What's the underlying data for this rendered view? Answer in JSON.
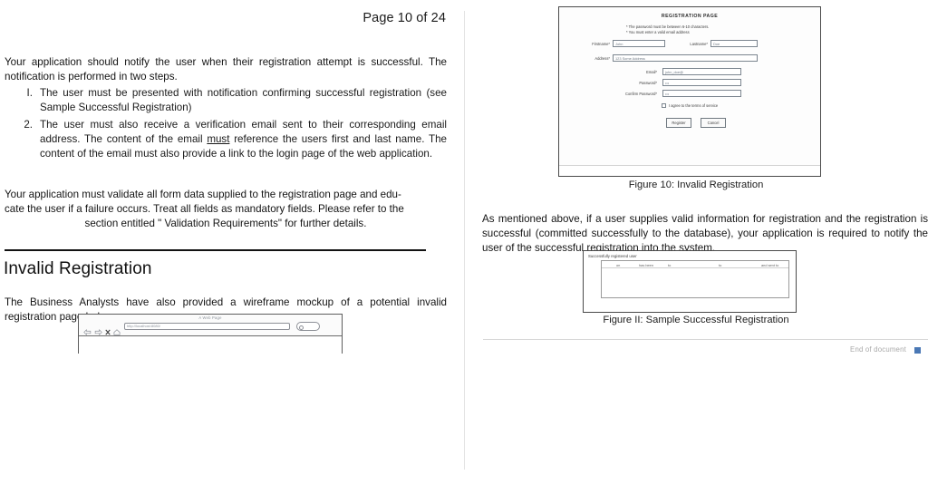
{
  "document": {
    "page_label": "Page 10 of 24",
    "end_of_document": "End of document"
  },
  "left_column": {
    "intro_paragraph": "Your application should notify the user when their registration attempt is successful. The notification is performed in two steps.",
    "list": [
      {
        "marker": "I.",
        "text": "The user must be presented with notification confirming successful registration (see Sample Successful Registration)"
      },
      {
        "marker": "2.",
        "text_before_emphasis": "The user must also receive a verification email sent to their corresponding email address. The content of the email ",
        "emphasis": "must",
        "text_after_emphasis": " reference the users first and last name. The content of the email must also provide a link to the login page of the web application."
      }
    ],
    "validation_paragraph_line1": "Your application must validate all form data supplied to the registration page and edu-",
    "validation_paragraph_line2": "cate the user if a failure occurs. Treat all fields as mandatory fields. Please refer to the",
    "validation_paragraph_line3": "section entitled \" Validation Requirements\" for further details.",
    "section_heading": "Invalid Registration",
    "wireframe_paragraph": "The Business Analysts have also provided a wireframe mockup of a potential invalid registration page below:",
    "wireframe_mockup": {
      "window_title": "A Web Page",
      "url_value": "http://localhost:8080/",
      "nav_icons": [
        "back-arrow-icon",
        "forward-arrow-icon",
        "stop-icon",
        "home-icon"
      ],
      "search_placeholder": ""
    }
  },
  "right_column": {
    "figure_10": {
      "caption": "Figure 10: Invalid Registration",
      "screenshot": {
        "title": "REGISTRATION PAGE",
        "errors": [
          "* The password must be between 6-10 characters.",
          "* You must enter a valid email address"
        ],
        "fields": [
          {
            "label": "Firstname*",
            "value": "John"
          },
          {
            "label": "Lastname*",
            "value": "Doe"
          },
          {
            "label": "Address*",
            "value": "123 Some Address"
          },
          {
            "label": "Email*",
            "value": "john_doe@"
          },
          {
            "label": "Password*",
            "value": "•••"
          },
          {
            "label": "Confirm Password*",
            "value": "•••"
          }
        ],
        "terms_label": "I agree to the terms of service",
        "terms_checked": false,
        "buttons": [
          "Register",
          "Cancel"
        ]
      }
    },
    "mentioned_paragraph": "As mentioned above, if a user supplies valid information for registration and the registration is successful (committed successfully to the database), your application is required to notify the user of the successful registration into the system.",
    "figure_11": {
      "caption": "Figure II: Sample Successful Registration",
      "screenshot": {
        "title": "Successfully registered user",
        "row_fragments": [
          "on",
          "has been",
          "to",
          "to",
          "and sent to"
        ]
      }
    }
  },
  "colors": {
    "text": "#141414",
    "rule": "#121212",
    "divider": "#e2e2e2",
    "end_marker": "#4a78b5",
    "muted": "#a9a9a9"
  }
}
